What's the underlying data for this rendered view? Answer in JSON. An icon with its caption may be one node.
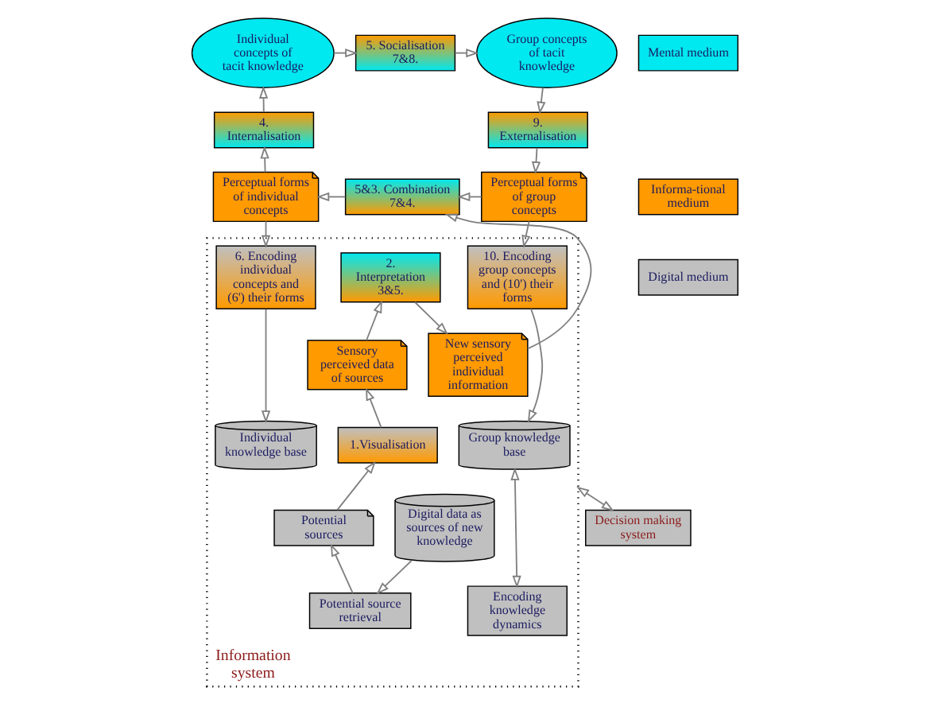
{
  "diagram": {
    "nodes": [
      {
        "text": [
          "Information system"
        ]
      },
      {
        "text": [
          "Individual concepts of tacit knowledge"
        ]
      },
      {
        "text": [
          "5. Socialisation 7&8."
        ]
      },
      {
        "text": [
          "Group concepts of tacit knowledge"
        ]
      },
      {
        "text": [
          "4. Internalisation"
        ]
      },
      {
        "text": [
          "9. Externalisation"
        ]
      },
      {
        "text": [
          "Perceptual forms of individual concepts"
        ]
      },
      {
        "text": [
          "5&3. Combination 7&4."
        ]
      },
      {
        "text": [
          "Perceptual forms of group concepts"
        ]
      },
      {
        "text": [
          "6. Encoding individual concepts and (6') their forms"
        ],
        "in": 0
      },
      {
        "text": [
          "2. Interpretation 3&5."
        ],
        "in": 0
      },
      {
        "text": [
          "Sensory perceived data of sources"
        ],
        "in": 0
      },
      {
        "text": [
          "New sensory perceived individual information"
        ],
        "in": 0
      },
      {
        "text": [
          "10. Encoding group concepts and (10') their forms"
        ],
        "in": 0
      },
      {
        "text": [
          "1.Visualisation"
        ],
        "in": 0
      },
      {
        "text": [
          "Individual knowledge base"
        ],
        "in": 0
      },
      {
        "text": [
          "Potential sources"
        ],
        "in": 0
      },
      {
        "text": [
          "Digital data as sources of new knowledge"
        ],
        "in": 0
      },
      {
        "text": [
          "Group knowledge base"
        ],
        "in": 0
      },
      {
        "text": [
          "Potential source retrieval"
        ],
        "in": 0
      },
      {
        "text": [
          "Encoding knowledge dynamics"
        ],
        "in": 0
      },
      {
        "text": [
          "Decision making system"
        ]
      },
      {
        "text": [
          "Mental medium"
        ]
      },
      {
        "text": [
          "Informa-tional medium"
        ]
      },
      {
        "text": [
          "Digital medium"
        ]
      }
    ],
    "edges": [
      {
        "from": 1,
        "to": 2,
        "arrow": "to"
      },
      {
        "from": 2,
        "to": 3,
        "arrow": "to"
      },
      {
        "from": 3,
        "to": 5,
        "arrow": "to"
      },
      {
        "from": 5,
        "to": 8,
        "arrow": "to"
      },
      {
        "from": 8,
        "to": 7,
        "arrow": "to"
      },
      {
        "from": 7,
        "to": 6,
        "arrow": "to"
      },
      {
        "from": 6,
        "to": 4,
        "arrow": "to"
      },
      {
        "from": 4,
        "to": 1,
        "arrow": "to"
      },
      {
        "from": 6,
        "to": 9,
        "arrow": "to"
      },
      {
        "from": 8,
        "to": 13,
        "arrow": "to"
      },
      {
        "from": 9,
        "to": 15,
        "arrow": "to"
      },
      {
        "from": 13,
        "to": 18,
        "arrow": "to"
      },
      {
        "from": 14,
        "to": 11,
        "arrow": "to"
      },
      {
        "from": 11,
        "to": 10,
        "arrow": "to"
      },
      {
        "from": 10,
        "to": 12,
        "arrow": "to"
      },
      {
        "from": 12,
        "to": 7,
        "arrow": "to"
      },
      {
        "from": 16,
        "to": 14,
        "arrow": "to"
      },
      {
        "from": 19,
        "to": 16,
        "arrow": "to"
      },
      {
        "from": 17,
        "to": 19,
        "arrow": "to"
      },
      {
        "from": 18,
        "to": 20,
        "arrow": "both"
      },
      {
        "from": 0,
        "to": 21,
        "arrow": "both"
      }
    ]
  }
}
